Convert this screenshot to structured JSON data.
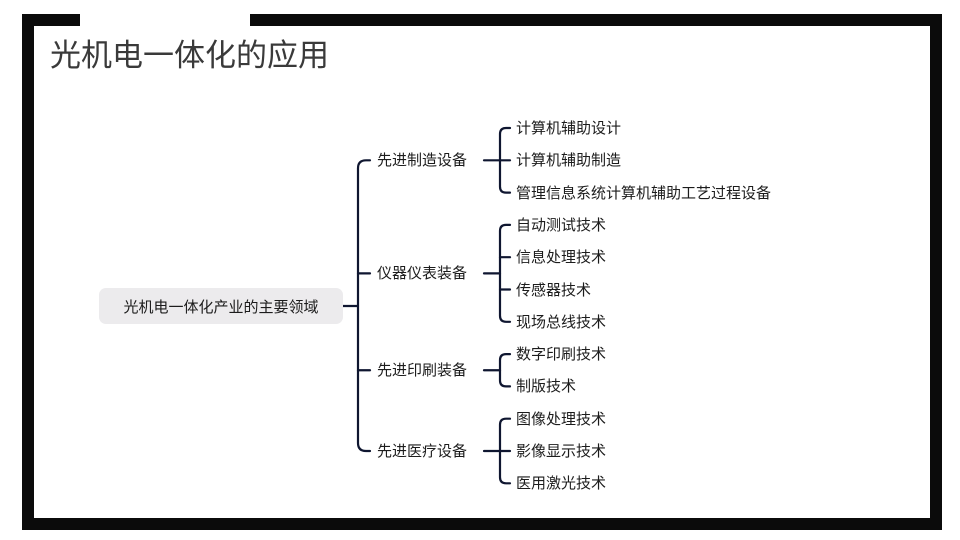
{
  "slide": {
    "title": "光机电一体化的应用"
  },
  "mindmap": {
    "root": "光机电一体化产业的主要领域",
    "branches": [
      {
        "label": "先进制造设备",
        "children": [
          "计算机辅助设计",
          "计算机辅助制造",
          "管理信息系统计算机辅助工艺过程设备"
        ]
      },
      {
        "label": "仪器仪表装备",
        "children": [
          "自动测试技术",
          "信息处理技术",
          "传感器技术",
          "现场总线技术"
        ]
      },
      {
        "label": "先进印刷装备",
        "children": [
          "数字印刷技术",
          "制版技术"
        ]
      },
      {
        "label": "先进医疗设备",
        "children": [
          "图像处理技术",
          "影像显示技术",
          "医用激光技术"
        ]
      }
    ]
  },
  "colors": {
    "connector": "#0f1630",
    "frame": "#0b0b0b",
    "root_fill": "#ecebed"
  }
}
